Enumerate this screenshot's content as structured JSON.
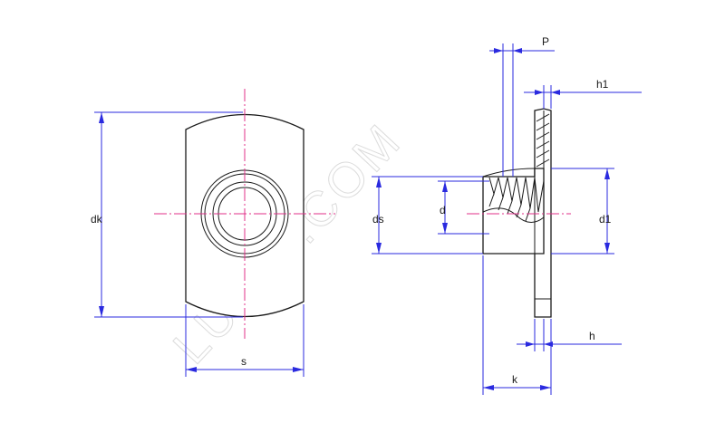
{
  "watermark": "LUOSI.COM",
  "labels": {
    "dk": "dk",
    "s": "s",
    "ds": "ds",
    "d": "d",
    "d1": "d1",
    "p": "P",
    "h1": "h1",
    "h": "h",
    "k": "k"
  },
  "colors": {
    "outline": "#1a1a1a",
    "dimension": "#2a2adf",
    "centerline": "#e0308a"
  }
}
